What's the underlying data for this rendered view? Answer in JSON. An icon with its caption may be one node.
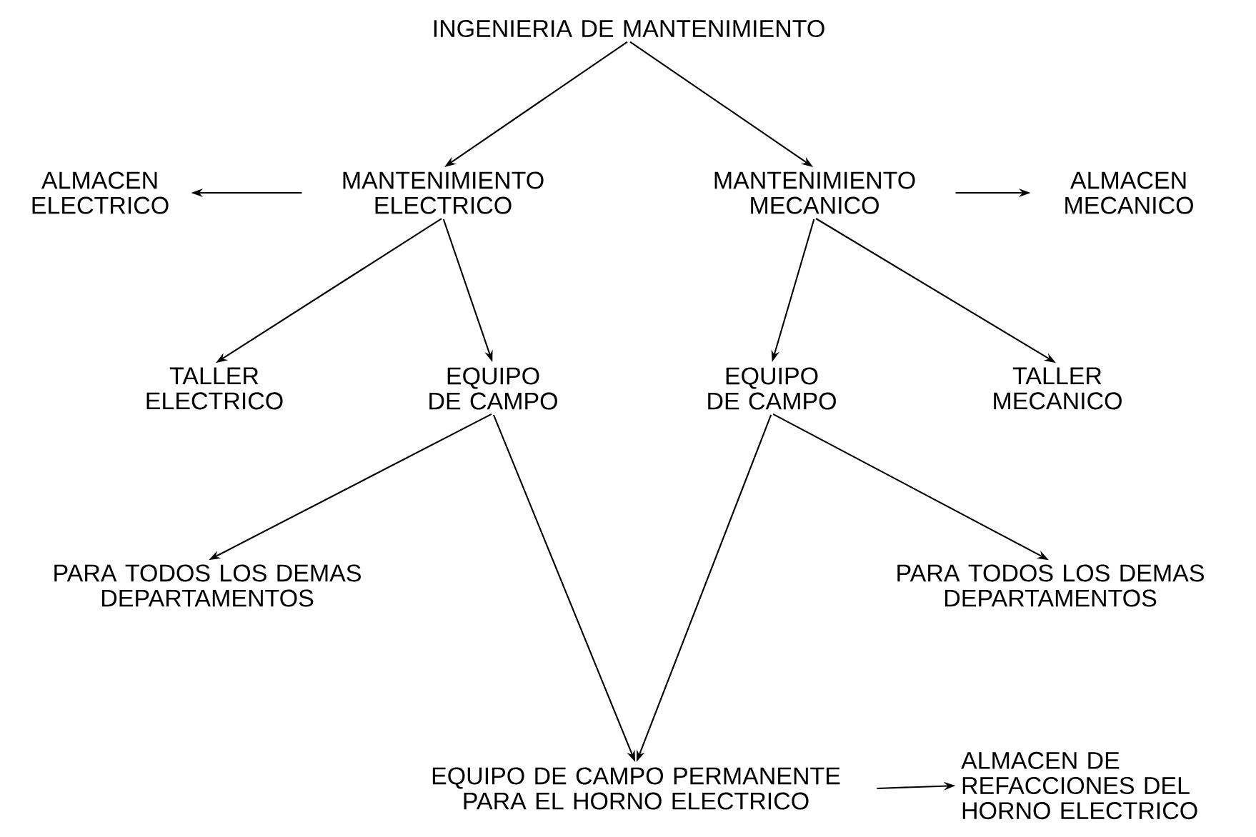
{
  "diagram": {
    "nodes": [
      {
        "text": [
          "INGENIERIA DE MANTENIMIENTO"
        ]
      },
      {
        "text": [
          "ALMACEN ELECTRICO"
        ]
      },
      {
        "text": [
          "MANTENIMIENTO ELECTRICO"
        ]
      },
      {
        "text": [
          "MANTENIMIENTO MECANICO"
        ]
      },
      {
        "text": [
          "ALMACEN MECANICO"
        ]
      },
      {
        "text": [
          "TALLER ELECTRICO"
        ]
      },
      {
        "text": [
          "EQUIPO DE CAMPO"
        ]
      },
      {
        "text": [
          "EQUIPO DE CAMPO"
        ]
      },
      {
        "text": [
          "TALLER MECANICO"
        ]
      },
      {
        "text": [
          "PARA TODOS LOS DEMAS DEPARTAMENTOS"
        ]
      },
      {
        "text": [
          "PARA TODOS LOS DEMAS DEPARTAMENTOS"
        ]
      },
      {
        "text": [
          "EQUIPO DE CAMPO PERMANENTE PARA EL HORNO ELECTRICO"
        ]
      },
      {
        "text": [
          "ALMACEN DE REFACCIONES DEL HORNO ELECTRICO"
        ]
      }
    ],
    "edges": [
      {
        "from": 0,
        "to": 2,
        "arrow": "to"
      },
      {
        "from": 0,
        "to": 3,
        "arrow": "to"
      },
      {
        "from": 2,
        "to": 1,
        "arrow": "to"
      },
      {
        "from": 3,
        "to": 4,
        "arrow": "to"
      },
      {
        "from": 2,
        "to": 5,
        "arrow": "to"
      },
      {
        "from": 2,
        "to": 6,
        "arrow": "to"
      },
      {
        "from": 3,
        "to": 7,
        "arrow": "to"
      },
      {
        "from": 3,
        "to": 8,
        "arrow": "to"
      },
      {
        "from": 6,
        "to": 9,
        "arrow": "to"
      },
      {
        "from": 6,
        "to": 11,
        "arrow": "to"
      },
      {
        "from": 7,
        "to": 11,
        "arrow": "to"
      },
      {
        "from": 7,
        "to": 10,
        "arrow": "to"
      },
      {
        "from": 11,
        "to": 12,
        "arrow": "to"
      }
    ]
  }
}
